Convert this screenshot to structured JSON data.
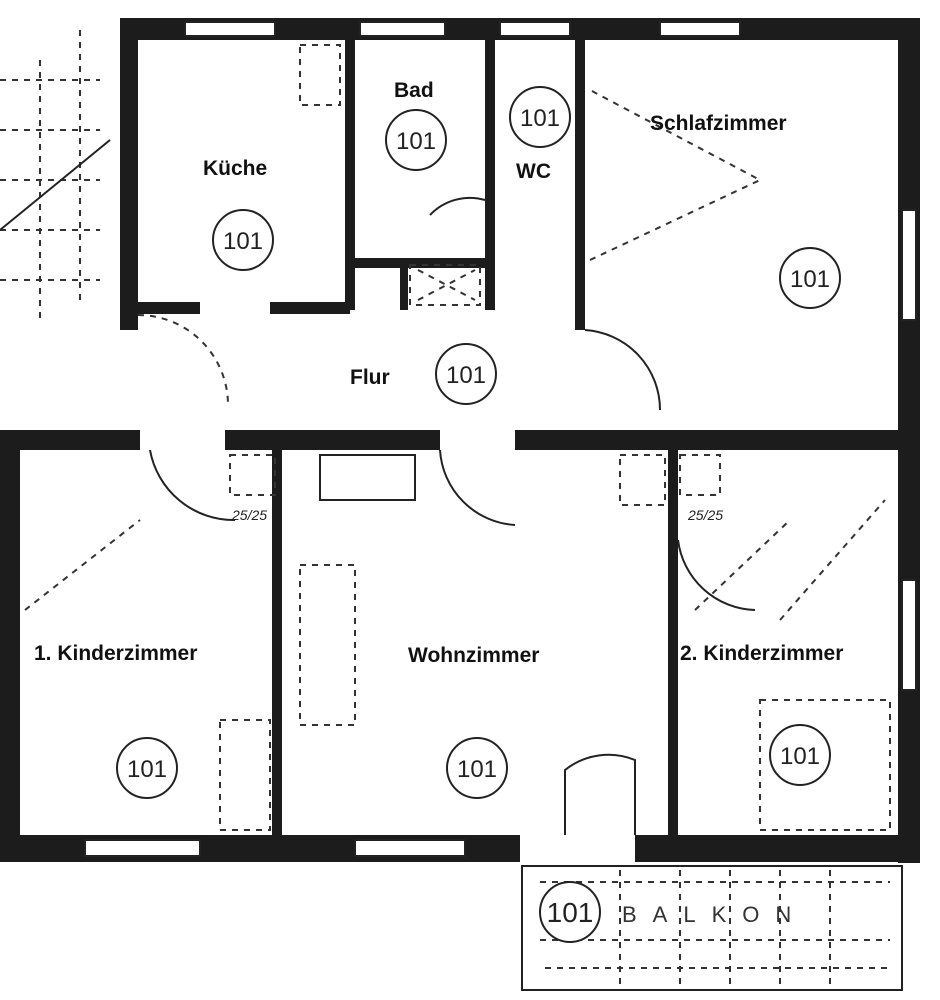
{
  "plan": {
    "rooms": [
      {
        "name": "Küche",
        "number": "101"
      },
      {
        "name": "Bad",
        "number": "101"
      },
      {
        "name": "WC",
        "number": "101"
      },
      {
        "name": "Schlafzimmer",
        "number": "101"
      },
      {
        "name": "Flur",
        "number": "101"
      },
      {
        "name": "1. Kinderzimmer",
        "number": "101"
      },
      {
        "name": "Wohnzimmer",
        "number": "101"
      },
      {
        "name": "2. Kinderzimmer",
        "number": "101"
      },
      {
        "name": "BALKON",
        "number": "101"
      }
    ],
    "annotations": [
      "25/25",
      "25/25"
    ]
  }
}
